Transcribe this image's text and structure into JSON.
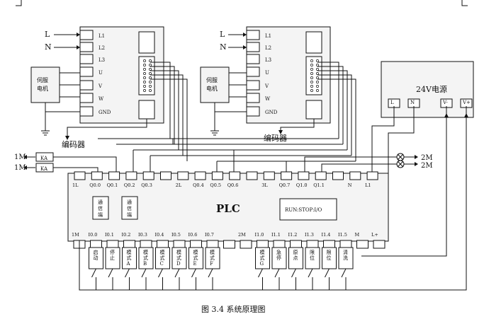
{
  "drives": [
    {
      "terminals": [
        "L1",
        "L2",
        "L3",
        "U",
        "V",
        "W",
        "GND"
      ],
      "inputs": [
        "L",
        "N"
      ],
      "motor_label": "伺服\n电机",
      "encoder_label": "编码器"
    },
    {
      "terminals": [
        "L1",
        "L2",
        "L3",
        "U",
        "V",
        "W",
        "GND"
      ],
      "inputs": [
        "L",
        "N"
      ],
      "motor_label": "伺服\n电机",
      "encoder_label": "编码器"
    }
  ],
  "power_supply": {
    "title": "24V电源",
    "terminals": [
      "L",
      "N",
      "V-",
      "V+"
    ]
  },
  "relays": {
    "labels": [
      "1M",
      "1M"
    ],
    "boxes": [
      "KA",
      "KA"
    ]
  },
  "lamps": [
    "2M",
    "2M"
  ],
  "plc": {
    "title": "PLC",
    "top_terminals": [
      "1L",
      "Q0.0",
      "Q0.1",
      "Q0.2",
      "Q0.3",
      "",
      "2L",
      "Q0.4",
      "Q0.5",
      "Q0.6",
      "",
      "3L",
      "Q0.7",
      "Q1.0",
      "Q1.1",
      "",
      "N",
      "L1"
    ],
    "bottom_terminals": [
      "1M",
      "I0.0",
      "I0.1",
      "I0.2",
      "I0.3",
      "I0.4",
      "I0.5",
      "I0.6",
      "I0.7",
      "",
      "2M",
      "I1.0",
      "I1.1",
      "I1.2",
      "I1.3",
      "I1.4",
      "I1.5",
      "M",
      "L+"
    ],
    "comm_ports": [
      "通\n信\n端",
      "通\n信\n端"
    ],
    "mode_label": "RUN:STOP:I/O"
  },
  "switches": [
    "启\n动",
    "停\n止",
    "模\n式\nA",
    "模\n式\nB",
    "模\n式\nC",
    "模\n式\nD",
    "模\n式\nE",
    "模\n式\nF",
    "模\n式\nG",
    "急\n停",
    "原\n点",
    "限\n位",
    "限\n位",
    "清\n洗"
  ],
  "caption": "图 3.4 系统原理图"
}
